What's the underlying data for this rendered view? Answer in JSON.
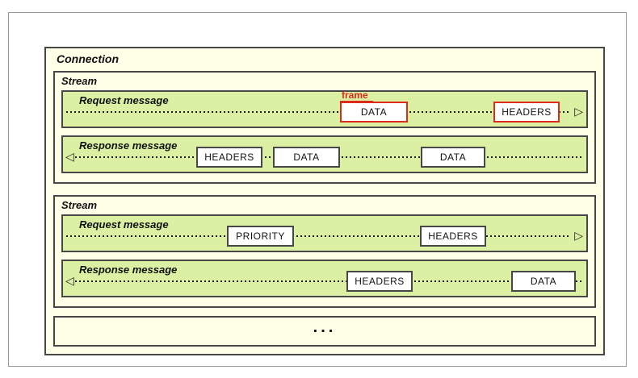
{
  "diagram": {
    "connection": {
      "label": "Connection"
    },
    "frame_annotation_label": "frame",
    "ellipsis_label": "...",
    "icons": {
      "arrow_right": "▷",
      "arrow_left": "◁"
    },
    "colors": {
      "panel_cream": "#fffee6",
      "lane_green": "#dbf0a2",
      "border_dark": "#474747",
      "highlight_red": "#dd2b1c",
      "frame_fill": "#ffffff",
      "outer_frame_border": "#9a9a9a"
    },
    "streams": [
      {
        "label": "Stream",
        "request": {
          "label": "Request message",
          "direction": "right",
          "frames": [
            {
              "label": "DATA",
              "highlighted": true
            },
            {
              "label": "HEADERS",
              "highlighted": true
            }
          ]
        },
        "response": {
          "label": "Response message",
          "direction": "left",
          "frames": [
            {
              "label": "HEADERS",
              "highlighted": false
            },
            {
              "label": "DATA",
              "highlighted": false
            },
            {
              "label": "DATA",
              "highlighted": false
            }
          ]
        }
      },
      {
        "label": "Stream",
        "request": {
          "label": "Request message",
          "direction": "right",
          "frames": [
            {
              "label": "PRIORITY",
              "highlighted": false
            },
            {
              "label": "HEADERS",
              "highlighted": false
            }
          ]
        },
        "response": {
          "label": "Response message",
          "direction": "left",
          "frames": [
            {
              "label": "HEADERS",
              "highlighted": false
            },
            {
              "label": "DATA",
              "highlighted": false
            }
          ]
        }
      }
    ]
  }
}
